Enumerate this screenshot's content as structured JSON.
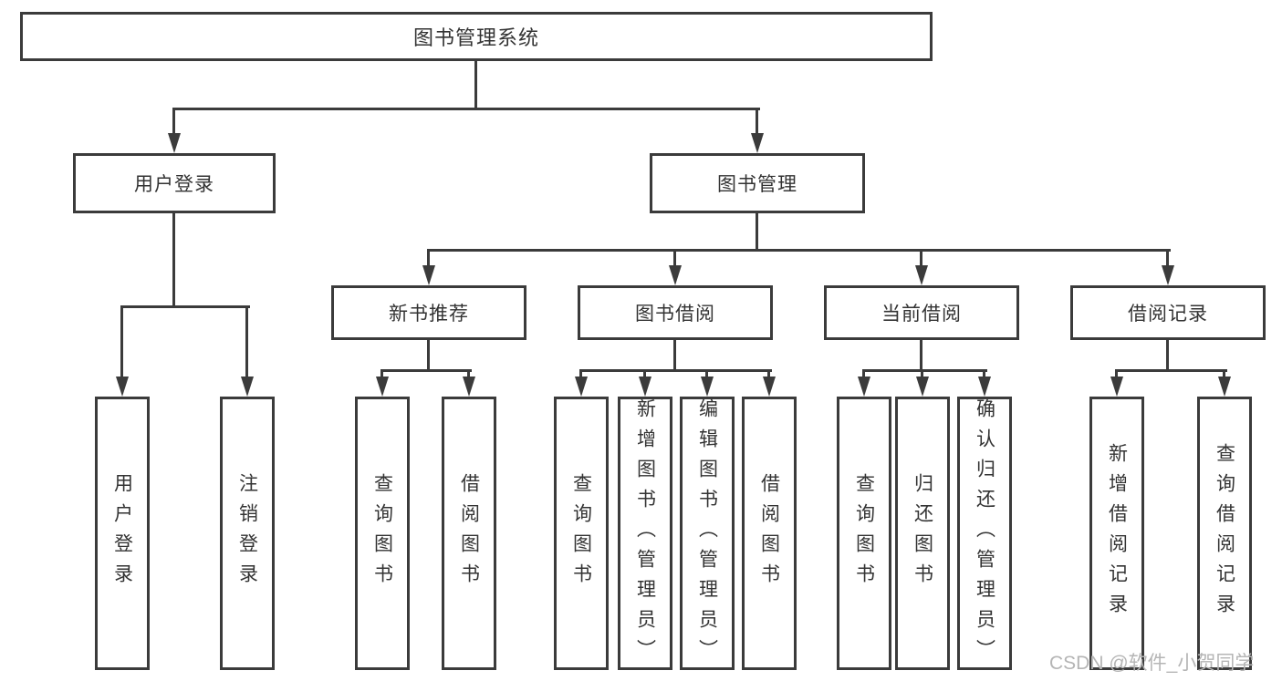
{
  "colors": {
    "line": "#3b3b3b",
    "text": "#333333",
    "box_background": "#ffffff",
    "page_background": "#ffffff",
    "watermark": "#b5b5b5"
  },
  "tree": {
    "root": "图书管理系统",
    "branches": [
      {
        "label": "用户登录",
        "leaves": [
          "用户登录",
          "注销登录"
        ]
      },
      {
        "label": "图书管理",
        "groups": [
          {
            "label": "新书推荐",
            "leaves": [
              "查询图书",
              "借阅图书"
            ]
          },
          {
            "label": "图书借阅",
            "leaves": [
              "查询图书",
              "新增图书（管理员）",
              "编辑图书（管理员）",
              "借阅图书"
            ]
          },
          {
            "label": "当前借阅",
            "leaves": [
              "查询图书",
              "归还图书",
              "确认归还（管理员）"
            ]
          },
          {
            "label": "借阅记录",
            "leaves": [
              "新增借阅记录",
              "查询借阅记录"
            ]
          }
        ]
      }
    ]
  },
  "watermark": {
    "text": "CSDN @软件_小贺同学"
  }
}
